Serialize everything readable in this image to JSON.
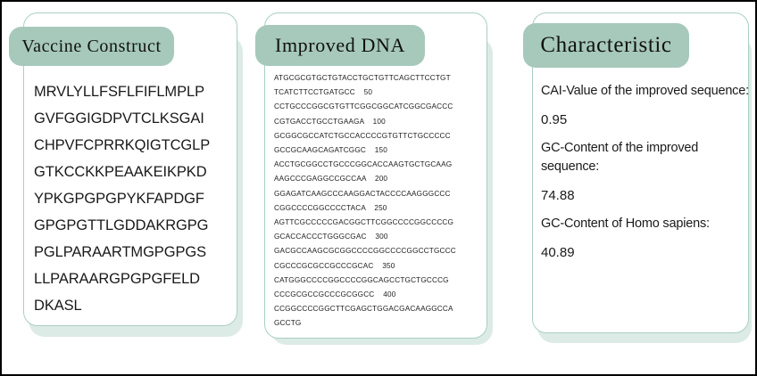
{
  "figure": {
    "panels": [
      {
        "id": "vaccine",
        "title": "Vaccine Construct",
        "sequence_lines": [
          "MRVLYLLFSFLFIFLMPLP",
          "GVFGGIGDPVTCLKSGAI",
          "CHPVFCPRRKQIGTCGLP",
          "GTKCCKKPEAAKEIKPKD",
          "YPKGPGPGPYKFAPDGF",
          "GPGPGTTLGDDAKRGPG",
          "PGLPARAARTMGPGPGS",
          "LLPARAARGPGPGFELD",
          "DKASL"
        ]
      },
      {
        "id": "dna",
        "title": "Improved DNA",
        "sequence_lines": [
          "ATGCGCGTGCTGTACCTGCTGTTCAGCTTCCTGT",
          "TCATCTTCCTGATGCC    50",
          "CCTGCCCGGCGTGTTCGGCGGCATCGGCGACCC",
          "CGTGACCTGCCTGAAGA    100",
          "GCGGCGCCATCTGCCACCCCGTGTTCTGCCCCC",
          "GCCGCAAGCAGATCGGC    150",
          "ACCTGCGGCCTGCCCGGCACCAAGTGCTGCAAG",
          "AAGCCCGAGGCCGCCAA    200",
          "GGAGATCAAGCCCAAGGACTACCCCAAGGGCCC",
          "CGGCCCCGGCCCCTACA    250",
          "AGTTCGCCCCCGACGGCTTCGGCCCCGGCCCCG",
          "GCACCACCCTGGGCGAC    300",
          "GACGCCAAGCGCGGCCCCGGCCCCGGCCTGCCC",
          "CGCCCGCGCCGCCCGCAC    350",
          "CATGGGCCCCGGCCCCGGCAGCCTGCTGCCCG",
          "CCCGCGCCGCCCGCGGCC    400",
          "CCGGCCCCGGCTTCGAGCTGGACGACAAGGCCA",
          "GCCTG"
        ]
      },
      {
        "id": "characteristic",
        "title": "Characteristic",
        "entries": [
          {
            "label": "CAI-Value of the improved sequence:",
            "value": "0.95"
          },
          {
            "label": "GC-Content of the improved sequence:",
            "value": "74.88"
          },
          {
            "label": "GC-Content of Homo sapiens:",
            "value": "40.89"
          }
        ]
      }
    ],
    "colors": {
      "title_badge": "#a6c9bb",
      "card_border": "#a9cfc3",
      "card_shadow": "#dcebe6",
      "frame": "#000000",
      "text": "#1a1a1a",
      "background": "#ffffff"
    }
  }
}
